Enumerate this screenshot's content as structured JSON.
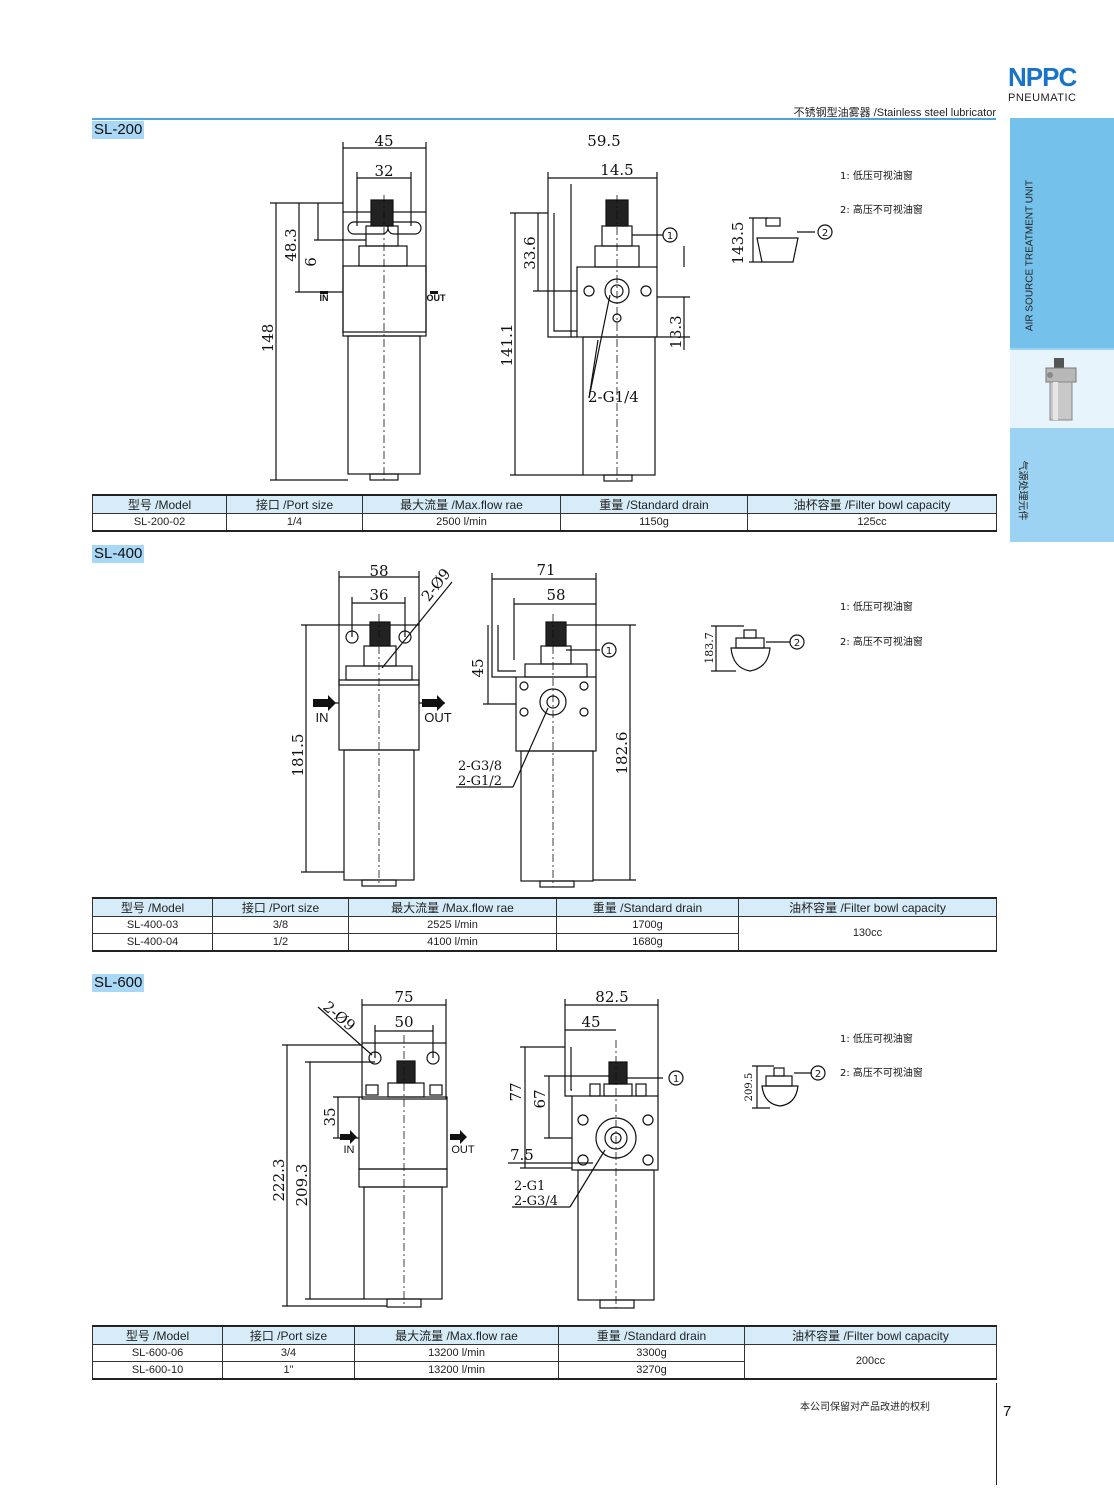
{
  "brand": {
    "logo": "NPPC",
    "subtitle": "PNEUMATIC"
  },
  "header": {
    "caption": "不锈钢型油雾器 /Stainless steel lubricator"
  },
  "side": {
    "category_en": "AIR SOURCE TREATMENT UNIT",
    "category_cn": "气源处理元件",
    "thumb_icon": "lubricator-photo-icon"
  },
  "notes": {
    "note1": "1: 低压可视油窗",
    "note2": "2: 高压不可视油窗",
    "callout1": "1",
    "callout2": "2"
  },
  "sections": [
    {
      "label": "SL-200",
      "dims": {
        "w_outer": "45",
        "w_inner": "32",
        "h_top": "48.3",
        "h_small": "6",
        "h_total": "148",
        "side_w": "59.5",
        "side_w2": "14.5",
        "side_h1": "33.6",
        "side_h2": "141.1",
        "side_h3": "13.3",
        "port": "2-G1/4",
        "gauge_h": "143.5",
        "in": "IN",
        "out": "OUT"
      },
      "table": {
        "headers": [
          "型号 /Model",
          "接口 /Port size",
          "最大流量 /Max.flow rae",
          "重量 /Standard drain",
          "油杯容量 /Filter bowl capacity"
        ],
        "rows": [
          [
            "SL-200-02",
            "1/4",
            "2500 l/min",
            "1150g",
            "125cc"
          ]
        ]
      }
    },
    {
      "label": "SL-400",
      "dims": {
        "w_outer": "58",
        "w_inner": "36",
        "holes": "2-Ø9",
        "h_total": "181.5",
        "side_w": "71",
        "side_w2": "58",
        "side_h1": "45",
        "side_h2": "182.6",
        "port1": "2-G3/8",
        "port2": "2-G1/2",
        "gauge_h": "183.7",
        "in": "IN",
        "out": "OUT"
      },
      "table": {
        "headers": [
          "型号 /Model",
          "接口 /Port size",
          "最大流量 /Max.flow rae",
          "重量 /Standard drain",
          "油杯容量 /Filter bowl capacity"
        ],
        "rows": [
          [
            "SL-400-03",
            "3/8",
            "2525 l/min",
            "1700g"
          ],
          [
            "SL-400-04",
            "1/2",
            "4100 l/min",
            "1680g"
          ]
        ],
        "capacity": "130cc"
      }
    },
    {
      "label": "SL-600",
      "dims": {
        "w_outer": "75",
        "w_inner": "50",
        "holes": "2-Ø9",
        "h_small": "35",
        "h_total": "222.3",
        "h_total2": "209.3",
        "side_w": "82.5",
        "side_w2": "45",
        "side_h1": "77",
        "side_h2": "67",
        "side_h3": "7.5",
        "port1": "2-G1",
        "port2": "2-G3/4",
        "gauge_h": "209.5",
        "in": "IN",
        "out": "OUT"
      },
      "table": {
        "headers": [
          "型号 /Model",
          "接口 /Port size",
          "最大流量 /Max.flow rae",
          "重量 /Standard drain",
          "油杯容量 /Filter bowl capacity"
        ],
        "rows": [
          [
            "SL-600-06",
            "3/4",
            "13200 l/min",
            "3300g"
          ],
          [
            "SL-600-10",
            "1\"",
            "13200 l/min",
            "3270g"
          ]
        ],
        "capacity": "200cc"
      }
    }
  ],
  "footer": {
    "note": "本公司保留对产品改进的权利",
    "page": "7"
  }
}
